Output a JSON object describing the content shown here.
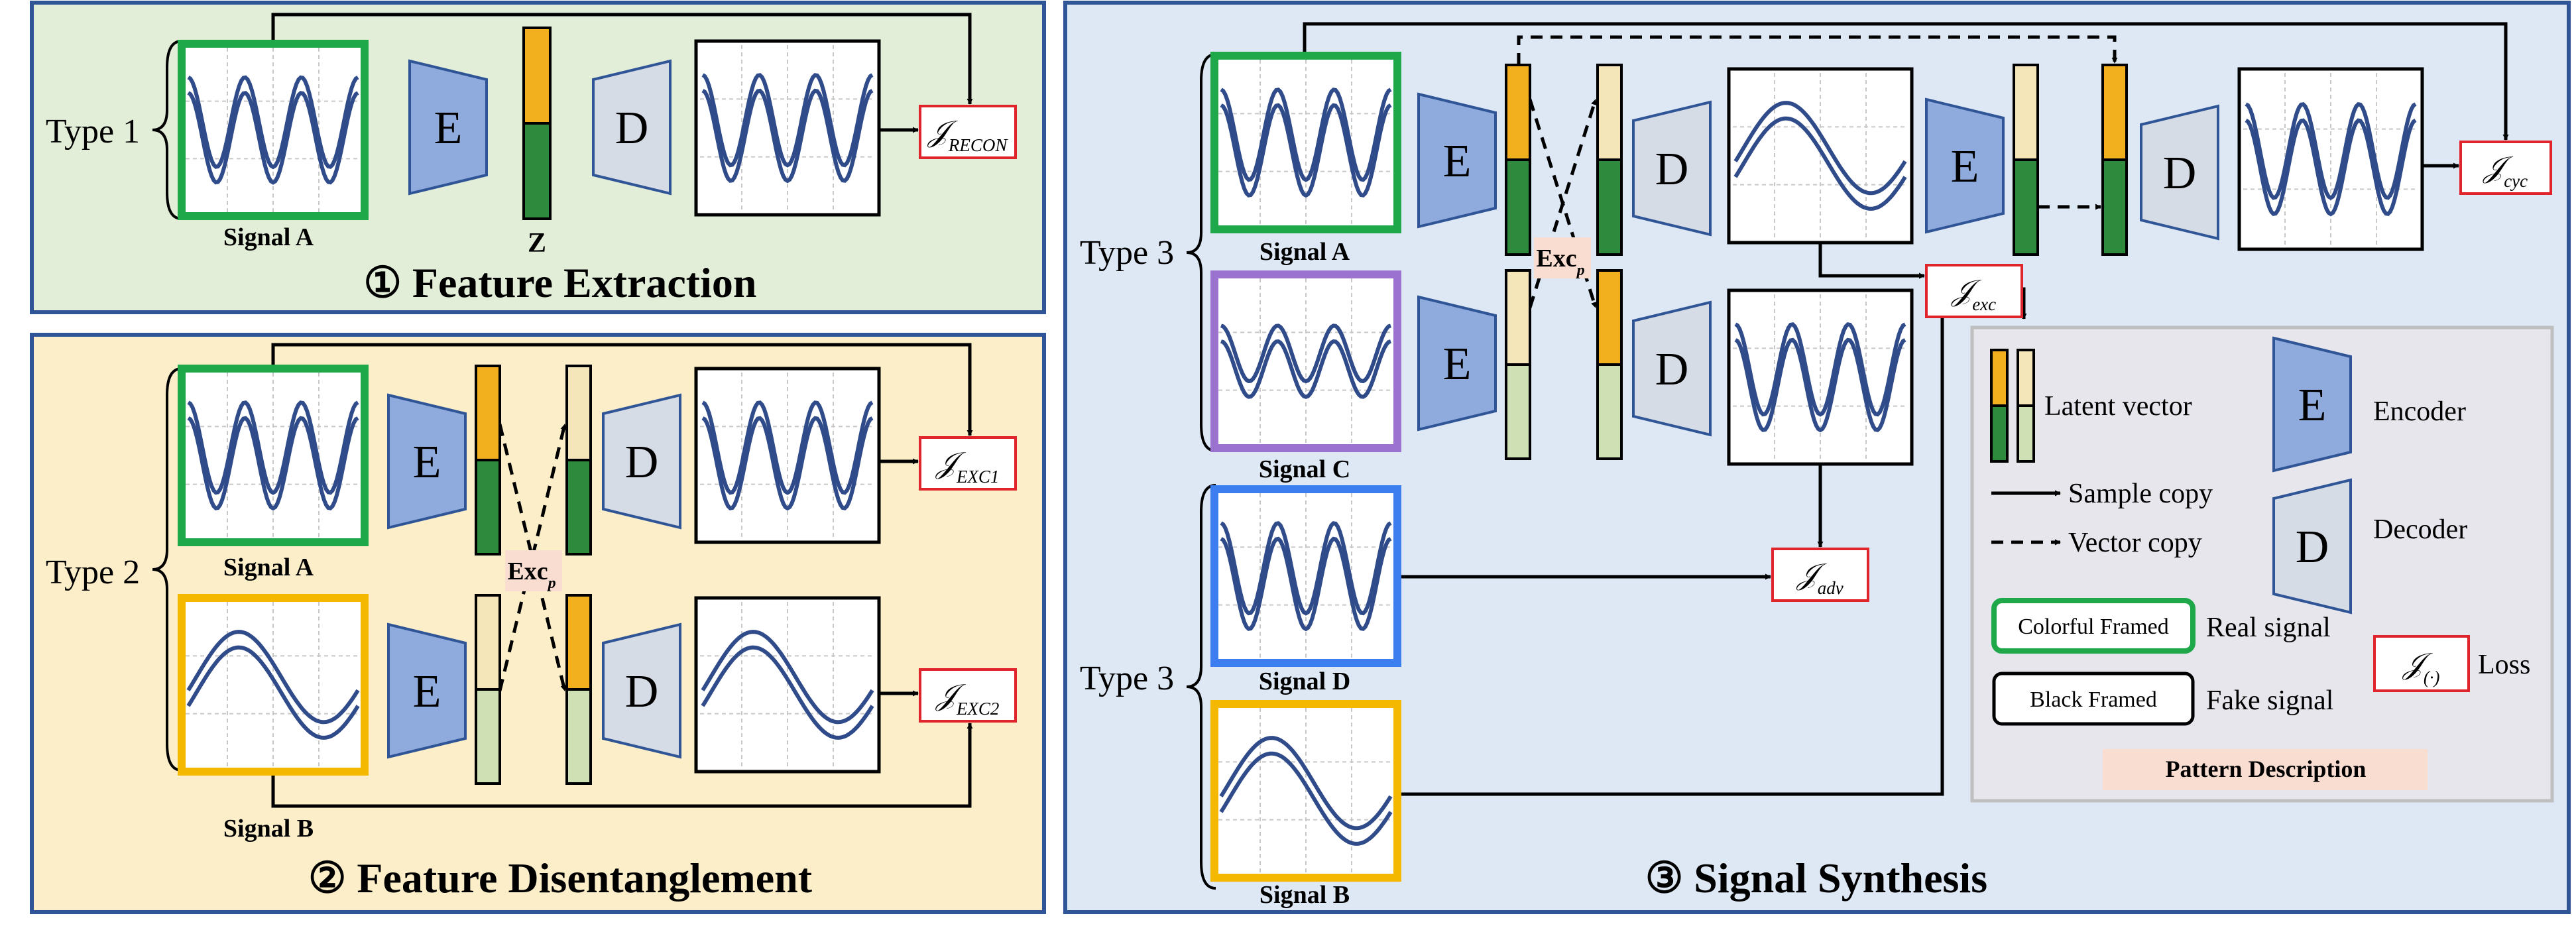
{
  "panels": {
    "p1": {
      "title": "① Feature Extraction",
      "type_label": "Type 1",
      "signal_label": "Signal A",
      "latent_label": "Z",
      "loss": "𝒥",
      "loss_sub": "RECON",
      "encoder": "E",
      "decoder": "D"
    },
    "p2": {
      "title": "② Feature Disentanglement",
      "type_label": "Type 2",
      "signal_a": "Signal A",
      "signal_b": "Signal B",
      "loss1": "𝒥",
      "loss1_sub": "EXC1",
      "loss2": "𝒥",
      "loss2_sub": "EXC2",
      "exc": "Exc",
      "exc_sub": "p",
      "encoder": "E",
      "decoder": "D"
    },
    "p3": {
      "title": "③ Signal Synthesis",
      "type_label": "Type 3",
      "signal_a": "Signal A",
      "signal_c": "Signal C",
      "signal_d": "Signal D",
      "signal_b": "Signal B",
      "loss_exc": "𝒥",
      "loss_exc_sub": "exc",
      "loss_adv": "𝒥",
      "loss_adv_sub": "adv",
      "loss_cyc": "𝒥",
      "loss_cyc_sub": "cyc",
      "exc": "Exc",
      "exc_sub": "p",
      "encoder": "E",
      "decoder": "D"
    }
  },
  "legend": {
    "latent_vector": "Latent vector",
    "encoder": "Encoder",
    "encoder_letter": "E",
    "sample_copy": "Sample copy",
    "vector_copy": "Vector copy",
    "decoder": "Decoder",
    "decoder_letter": "D",
    "colorful_framed": "Colorful Framed",
    "real_signal": "Real signal",
    "black_framed": "Black Framed",
    "fake_signal": "Fake signal",
    "loss_symbol": "𝒥",
    "loss_symbol_sub": "(·)",
    "loss": "Loss",
    "pattern_description": "Pattern Description"
  },
  "colors": {
    "panel1_bg": "#e2eed8",
    "panel2_bg": "#fbeec8",
    "panel3_bg": "#dde8f4",
    "panel_border": "#2f5597",
    "encoder_fill": "#8faadc",
    "decoder_fill": "#d6dce5",
    "green_frame": "#1fa84a",
    "purple_frame": "#9b72cf",
    "blue_frame": "#3c7ef0",
    "yellow_frame": "#f5b800",
    "wave": "#2f4b8a",
    "loss_border": "#e0242c",
    "latent_top": "#f2b01e",
    "latent_bottom": "#2e8b3e",
    "latent_top_light": "#f4e6b8",
    "latent_bottom_light": "#cfe0b4",
    "pattern_bg": "#f8ddd0"
  }
}
